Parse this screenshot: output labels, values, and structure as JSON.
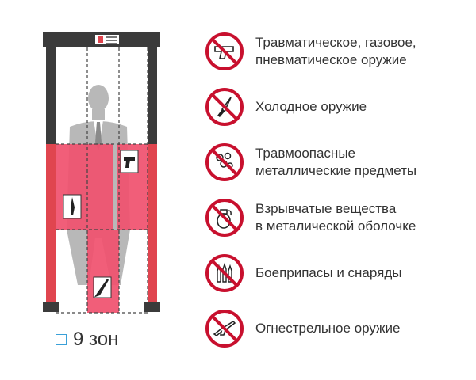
{
  "legend": {
    "text": "9 зон"
  },
  "items": [
    {
      "icon": "pistol-icon",
      "line1": "Травматическое, газовое,",
      "line2": "пневматическое оружие"
    },
    {
      "icon": "knife-icon",
      "line1": "Холодное оружие",
      "line2": ""
    },
    {
      "icon": "metal-objects-icon",
      "line1": "Травмоопасные",
      "line2": "металлические предметы"
    },
    {
      "icon": "grenade-icon",
      "line1": "Взрывчатые вещества",
      "line2": "в металической оболочке"
    },
    {
      "icon": "bullets-icon",
      "line1": "Боеприпасы и снаряды",
      "line2": ""
    },
    {
      "icon": "rifle-icon",
      "line1": "Огнестрельное оружие",
      "line2": ""
    }
  ],
  "colors": {
    "ban_red": "#c8102e",
    "zone_pink": "#f0506e",
    "pillar_red": "#e0454f",
    "frame": "#3b3b3b"
  }
}
